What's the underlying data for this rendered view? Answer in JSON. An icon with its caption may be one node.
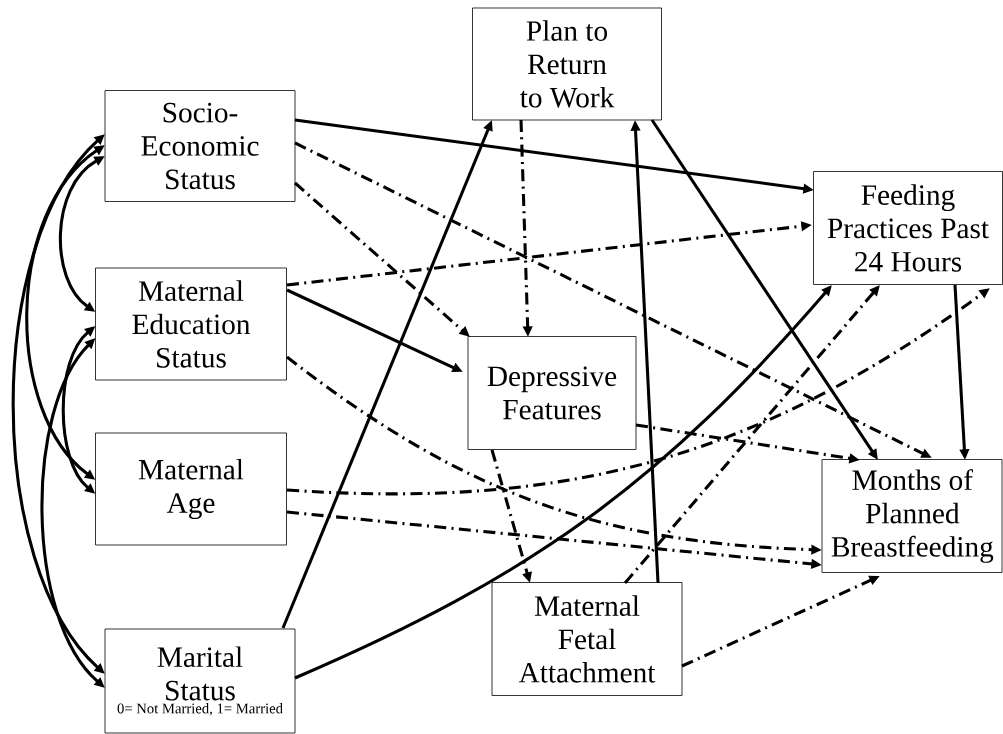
{
  "diagram": {
    "nodes": [
      {
        "text": [
          "Socio-Economic Status"
        ]
      },
      {
        "text": [
          "Maternal Education Status"
        ]
      },
      {
        "text": [
          "Maternal Age"
        ]
      },
      {
        "text": [
          "Marital Status",
          "0= Not Married, 1= Married"
        ]
      },
      {
        "text": [
          "Plan to Return to Work"
        ]
      },
      {
        "text": [
          "Feeding Practices Past 24 Hours"
        ]
      },
      {
        "text": [
          "Depressive Features"
        ]
      },
      {
        "text": [
          "Months of Planned Breastfeeding"
        ]
      },
      {
        "text": [
          "Maternal Fetal Attachment"
        ]
      }
    ],
    "edges": [
      {
        "from": 0,
        "to": 1,
        "arrow": "both"
      },
      {
        "from": 0,
        "to": 2,
        "arrow": "both"
      },
      {
        "from": 0,
        "to": 3,
        "arrow": "both"
      },
      {
        "from": 1,
        "to": 2,
        "arrow": "both"
      },
      {
        "from": 1,
        "to": 3,
        "arrow": "both"
      },
      {
        "from": 0,
        "to": 5,
        "arrow": "to"
      },
      {
        "from": 1,
        "to": 6,
        "arrow": "to"
      },
      {
        "from": 3,
        "to": 4,
        "arrow": "to"
      },
      {
        "from": 3,
        "to": 5,
        "arrow": "to"
      },
      {
        "from": 8,
        "to": 4,
        "arrow": "to"
      },
      {
        "from": 4,
        "to": 7,
        "arrow": "to"
      },
      {
        "from": 5,
        "to": 7,
        "arrow": "to"
      },
      {
        "from": 0,
        "to": 7,
        "arrow": "to",
        "style": "dashed"
      },
      {
        "from": 0,
        "to": 6,
        "arrow": "to",
        "style": "dashed"
      },
      {
        "from": 4,
        "to": 6,
        "arrow": "to",
        "style": "dashed"
      },
      {
        "from": 1,
        "to": 5,
        "arrow": "to",
        "style": "dashed"
      },
      {
        "from": 1,
        "to": 7,
        "arrow": "to",
        "style": "dashed"
      },
      {
        "from": 2,
        "to": 5,
        "arrow": "to",
        "style": "dashed"
      },
      {
        "from": 2,
        "to": 7,
        "arrow": "to",
        "style": "dashed"
      },
      {
        "from": 6,
        "to": 7,
        "arrow": "to",
        "style": "dashed"
      },
      {
        "from": 6,
        "to": 8,
        "arrow": "to",
        "style": "dashed"
      },
      {
        "from": 8,
        "to": 5,
        "arrow": "to",
        "style": "dashed"
      },
      {
        "from": 8,
        "to": 7,
        "arrow": "to",
        "style": "dashed"
      }
    ]
  }
}
